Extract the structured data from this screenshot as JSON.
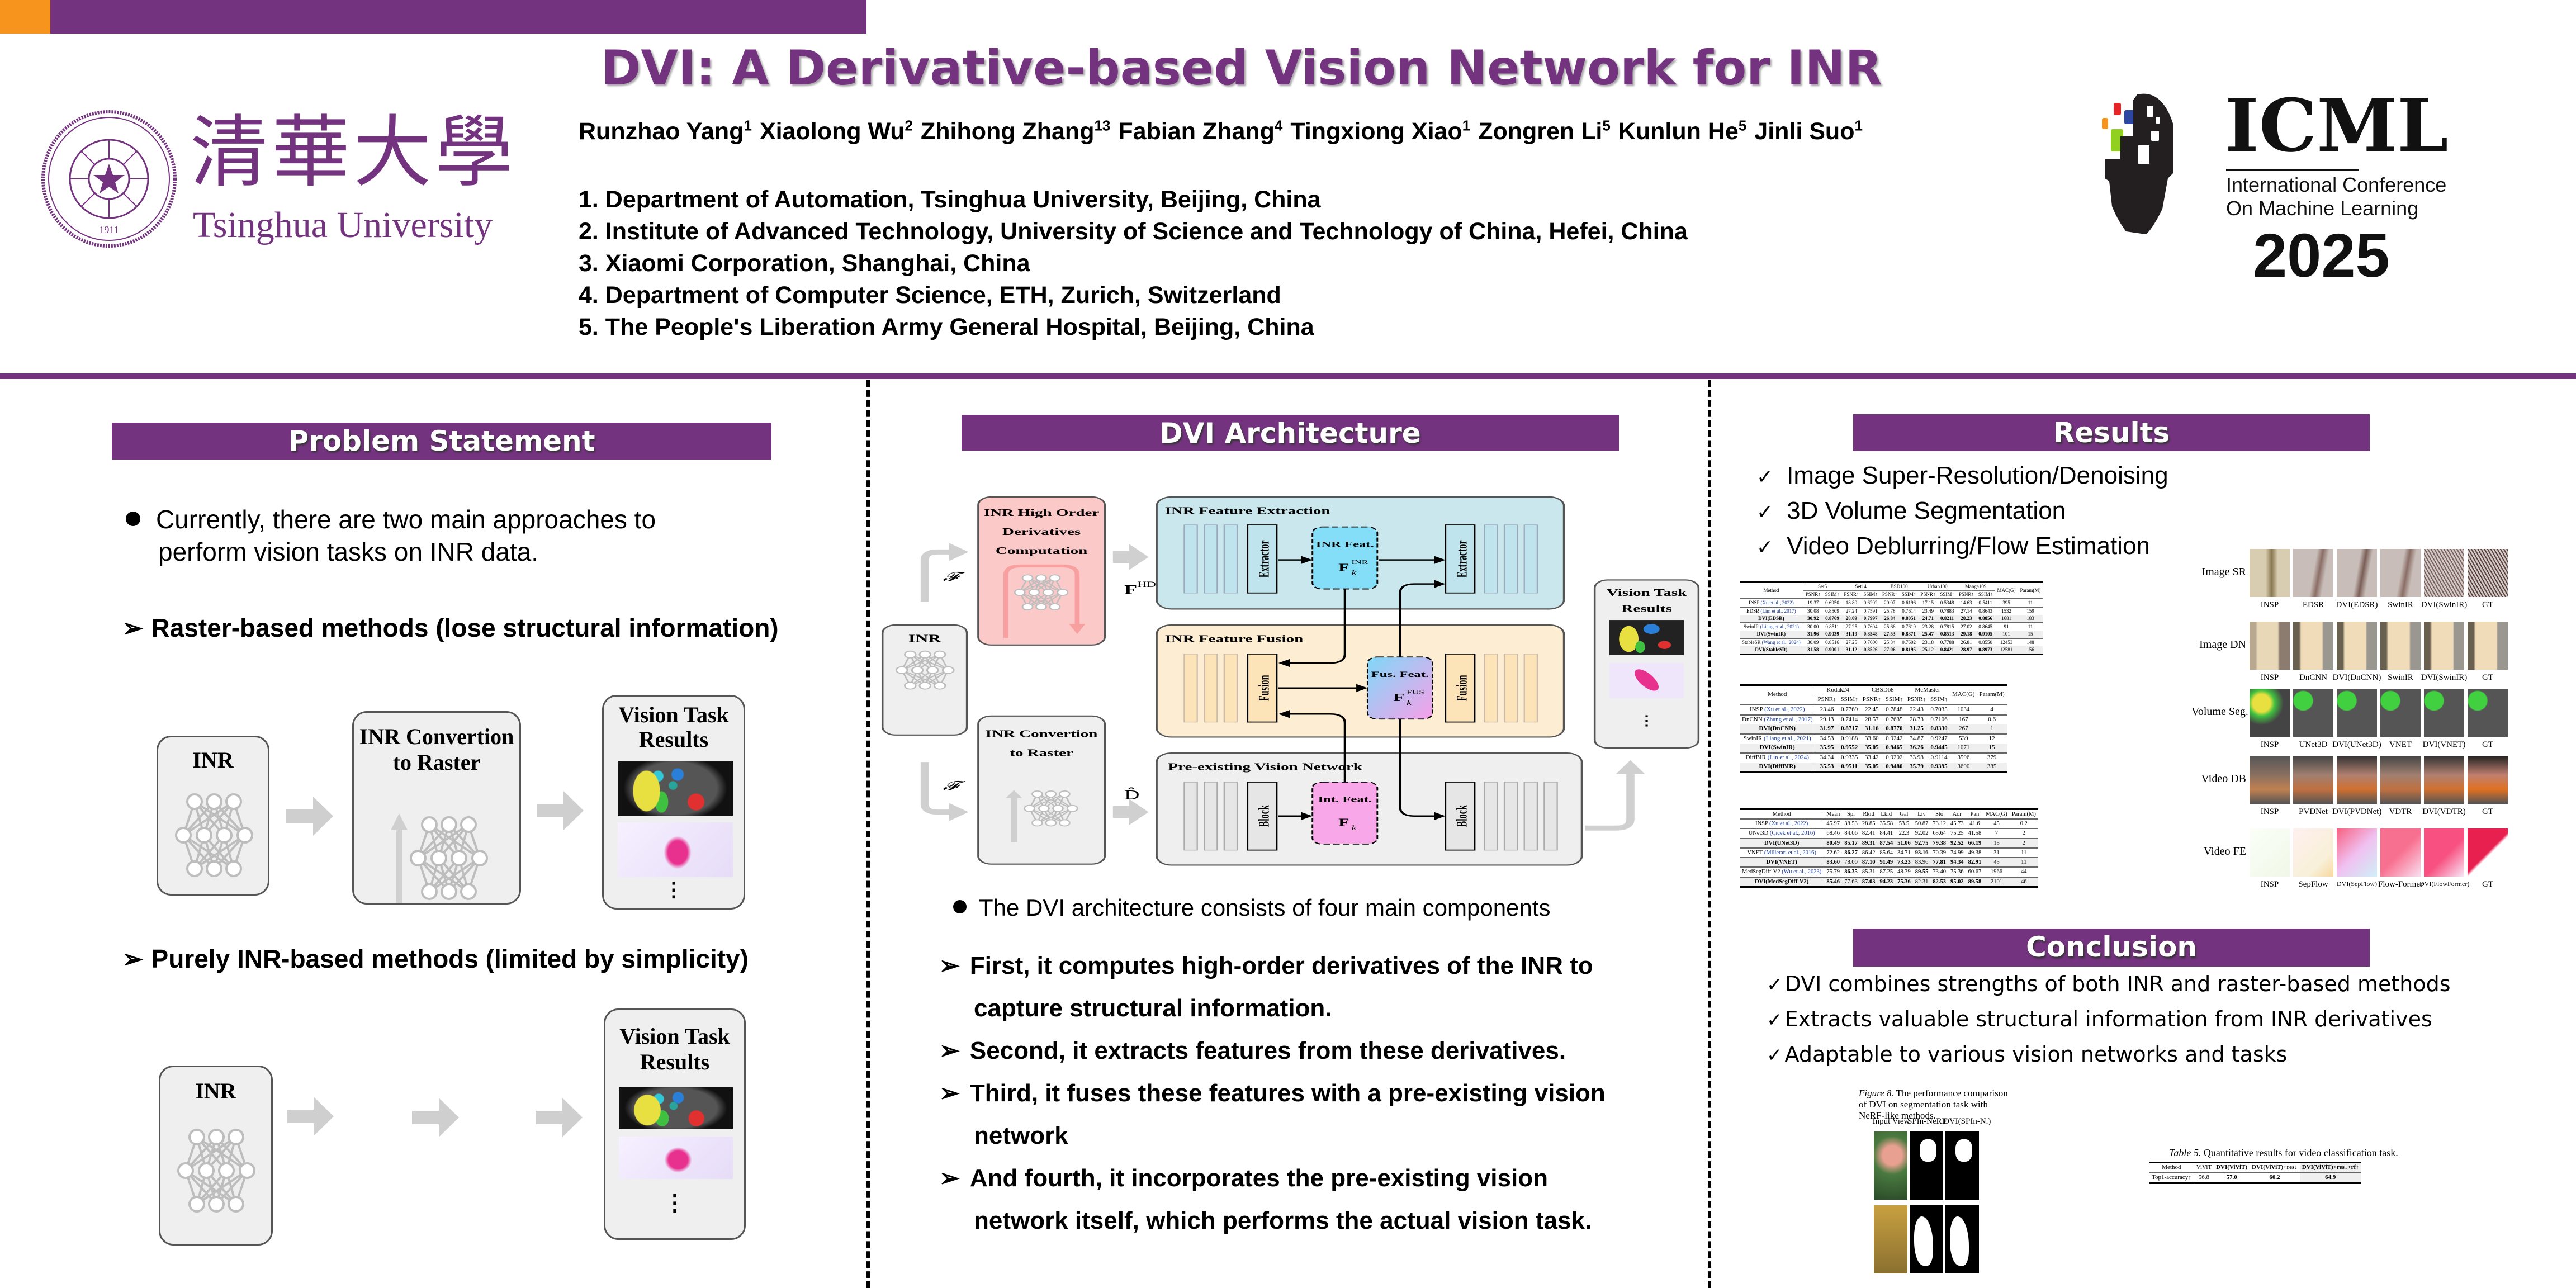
{
  "header": {
    "title": "DVI: A Derivative-based Vision Network for INR",
    "authors": [
      {
        "name": "Runzhao Yang",
        "sup": "1"
      },
      {
        "name": "Xiaolong Wu",
        "sup": "2"
      },
      {
        "name": "Zhihong Zhang",
        "sup": "13"
      },
      {
        "name": "Fabian Zhang",
        "sup": "4"
      },
      {
        "name": "Tingxiong Xiao",
        "sup": "1"
      },
      {
        "name": "Zongren Li",
        "sup": "5"
      },
      {
        "name": "Kunlun He",
        "sup": "5"
      },
      {
        "name": "Jinli Suo",
        "sup": "1"
      }
    ],
    "affiliations": [
      "1. Department of Automation, Tsinghua University, Beijing, China",
      "2. Institute of Advanced Technology, University of Science and Technology of China, Hefei, China",
      "3. Xiaomi Corporation, Shanghai, China",
      "4. Department of Computer Science, ETH, Zurich, Switzerland",
      "5. The People's Liberation Army General Hospital, Beijing, China"
    ],
    "logo_left": {
      "chinese": "清華大學",
      "english": "Tsinghua University",
      "seal_year": "1911",
      "seal_text": "TSINGHUA UNIVERSITY"
    },
    "logo_right": {
      "name": "ICML",
      "subtitle1": "International Conference",
      "subtitle2": "On Machine Learning",
      "year": "2025"
    }
  },
  "colors": {
    "accent": "#74337f",
    "orange": "#f7941d"
  },
  "problem": {
    "heading": "Problem Statement",
    "intro": "Currently, there are two main approaches to perform vision tasks on INR data.",
    "intro_line1": "Currently, there are two main approaches to",
    "intro_line2": "perform vision tasks on INR data.",
    "approach1": "Raster-based methods (lose structural information)",
    "approach2": "Purely INR-based methods (limited by simplicity)",
    "box_inr": "INR",
    "box_conv_l1": "INR Convertion",
    "box_conv_l2": "to Raster",
    "box_results_l1": "Vision Task",
    "box_results_l2": "Results",
    "ellipsis": "⋮"
  },
  "architecture": {
    "heading": "DVI Architecture",
    "inr": "INR",
    "hod_l1": "INR High Order",
    "hod_l2": "Derivatives",
    "hod_l3": "Computation",
    "conv_l1": "INR Convertion",
    "conv_l2": "to Raster",
    "f_symbol": "𝓕",
    "fhd": "F",
    "fhd_sup": "HD",
    "dhat": "D̂",
    "extraction": "INR Feature Extraction",
    "fusion": "INR Feature Fusion",
    "preexisting": "Pre-existing Vision Network",
    "extractor": "Extractor",
    "fusion_block": "Fusion",
    "block": "Block",
    "inr_feat": "INR Feat.",
    "inr_feat_sym": "F",
    "inr_feat_sup": "INR",
    "fus_feat": "Fus. Feat.",
    "fus_feat_sup": "FUS",
    "int_feat": "Int. Feat.",
    "sub_k": "k",
    "results_l1": "Vision Task",
    "results_l2": "Results",
    "ellipsis": "⋮",
    "summary": "The DVI architecture consists of four main components",
    "steps": [
      [
        "First, it computes high-order derivatives of the INR to",
        "capture structural information."
      ],
      [
        "Second, it extracts features from these derivatives."
      ],
      [
        "Third, it fuses these features with a pre-existing vision",
        "network"
      ],
      [
        "And fourth, it incorporates the pre-existing vision",
        "network itself, which performs the actual vision task."
      ]
    ]
  },
  "results": {
    "heading": "Results",
    "tasks": [
      "Image Super-Resolution/Denoising",
      "3D Volume Segmentation",
      "Video Deblurring/Flow Estimation"
    ],
    "table_sr": {
      "datasets": [
        "Set5",
        "Set14",
        "BSD100",
        "Urban100",
        "Manga109"
      ],
      "metric_cols": [
        "PSNR↑",
        "SSIM↑"
      ],
      "method_header": "Method",
      "extra_cols": [
        "MAC(G)",
        "Param(M)"
      ],
      "rows": [
        {
          "method": "INSP",
          "ref": "(Xu et al., 2022)",
          "bold": false,
          "values": [
            "19.37",
            "0.6950",
            "18.80",
            "0.6202",
            "20.07",
            "0.6196",
            "17.15",
            "0.5348",
            "14.63",
            "0.5411",
            "395",
            "11"
          ]
        },
        {
          "method": "EDSR",
          "ref": "(Lim et al., 2017)",
          "bold": false,
          "values": [
            "30.08",
            "0.8509",
            "27.24",
            "0.7591",
            "25.78",
            "0.7614",
            "23.49",
            "0.7883",
            "27.14",
            "0.8643",
            "1532",
            "159"
          ]
        },
        {
          "method": "DVI(EDSR)",
          "ref": "",
          "bold": true,
          "values": [
            "30.92",
            "0.8769",
            "28.09",
            "0.7997",
            "26.84",
            "0.8051",
            "24.71",
            "0.8211",
            "28.23",
            "0.8856",
            "1681",
            "183"
          ]
        },
        {
          "method": "SwinIR",
          "ref": "(Liang et al., 2021)",
          "bold": false,
          "values": [
            "30.00",
            "0.8511",
            "27.25",
            "0.7604",
            "25.66",
            "0.7619",
            "23.28",
            "0.7815",
            "27.02",
            "0.8645",
            "91",
            "11"
          ]
        },
        {
          "method": "DVI(SwinIR)",
          "ref": "",
          "bold": true,
          "values": [
            "31.96",
            "0.9039",
            "31.19",
            "0.8548",
            "27.53",
            "0.8371",
            "25.47",
            "0.8513",
            "29.18",
            "0.9105",
            "101",
            "15"
          ]
        },
        {
          "method": "StableSR",
          "ref": "(Wang et al., 2024)",
          "bold": false,
          "values": [
            "30.09",
            "0.8516",
            "27.25",
            "0.7600",
            "25.34",
            "0.7602",
            "23.18",
            "0.7788",
            "26.81",
            "0.8550",
            "12453",
            "148"
          ]
        },
        {
          "method": "DVI(StableSR)",
          "ref": "",
          "bold": true,
          "values": [
            "31.58",
            "0.9001",
            "31.12",
            "0.8526",
            "27.06",
            "0.8195",
            "25.12",
            "0.8421",
            "28.97",
            "0.8973",
            "12581",
            "156"
          ]
        }
      ]
    },
    "table_dn": {
      "datasets": [
        "Kodak24",
        "CBSD68",
        "McMaster"
      ],
      "metric_cols": [
        "PSNR↑",
        "SSIM↑"
      ],
      "method_header": "Method",
      "extra_cols": [
        "MAC(G)",
        "Param(M)"
      ],
      "rows": [
        {
          "method": "INSP",
          "ref": "(Xu et al., 2022)",
          "bold": false,
          "values": [
            "23.46",
            "0.7769",
            "22.45",
            "0.7848",
            "22.43",
            "0.7035",
            "1034",
            "4"
          ]
        },
        {
          "method": "DnCNN",
          "ref": "(Zhang et al., 2017)",
          "bold": false,
          "values": [
            "29.13",
            "0.7414",
            "28.57",
            "0.7635",
            "28.73",
            "0.7106",
            "167",
            "0.6"
          ]
        },
        {
          "method": "DVI(DnCNN)",
          "ref": "",
          "bold": true,
          "values": [
            "31.97",
            "0.8717",
            "31.16",
            "0.8770",
            "31.25",
            "0.8330",
            "267",
            "1"
          ]
        },
        {
          "method": "SwinIR",
          "ref": "(Liang et al., 2021)",
          "bold": false,
          "values": [
            "34.53",
            "0.9188",
            "33.60",
            "0.9242",
            "34.87",
            "0.9247",
            "539",
            "12"
          ]
        },
        {
          "method": "DVI(SwinIR)",
          "ref": "",
          "bold": true,
          "values": [
            "35.95",
            "0.9552",
            "35.05",
            "0.9465",
            "36.26",
            "0.9445",
            "1071",
            "15"
          ]
        },
        {
          "method": "DiffBIR",
          "ref": "(Lin et al., 2024)",
          "bold": false,
          "values": [
            "34.34",
            "0.9335",
            "33.42",
            "0.9202",
            "33.98",
            "0.9114",
            "3596",
            "379"
          ]
        },
        {
          "method": "DVI(DiffBIR)",
          "ref": "",
          "bold": true,
          "values": [
            "35.53",
            "0.9511",
            "35.05",
            "0.9480",
            "35.79",
            "0.9395",
            "3690",
            "385"
          ]
        }
      ]
    },
    "table_seg": {
      "headers": [
        "Method",
        "Mean",
        "Spl",
        "Rkid",
        "Lkid",
        "Gal",
        "Liv",
        "Sto",
        "Aor",
        "Pan",
        "MAC(G)",
        "Param(M)"
      ],
      "rows": [
        {
          "method": "INSP",
          "ref": "(Xu et al., 2022)",
          "bold": false,
          "values": [
            "45.97",
            "38.53",
            "28.85",
            "35.58",
            "53.5",
            "50.87",
            "73.12",
            "45.73",
            "41.6",
            "45",
            "0.2"
          ],
          "boldcells": []
        },
        {
          "method": "UNet3D",
          "ref": "(Çiçek et al., 2016)",
          "bold": false,
          "values": [
            "68.46",
            "84.06",
            "82.41",
            "84.41",
            "22.3",
            "92.02",
            "65.64",
            "75.25",
            "41.58",
            "7",
            "2"
          ],
          "boldcells": []
        },
        {
          "method": "DVI(UNet3D)",
          "ref": "",
          "bold": true,
          "values": [
            "80.49",
            "85.17",
            "89.31",
            "87.54",
            "51.06",
            "92.75",
            "79.38",
            "92.52",
            "66.19",
            "15",
            "2"
          ],
          "boldcells": [
            0,
            1,
            2,
            3,
            4,
            5,
            6,
            7,
            8
          ]
        },
        {
          "method": "VNET",
          "ref": "(Milletari et al., 2016)",
          "bold": false,
          "values": [
            "72.62",
            "86.27",
            "86.42",
            "85.64",
            "34.71",
            "93.16",
            "70.39",
            "74.99",
            "49.38",
            "31",
            "11"
          ],
          "boldcells": [
            1,
            5
          ]
        },
        {
          "method": "DVI(VNET)",
          "ref": "",
          "bold": true,
          "values": [
            "83.60",
            "78.00",
            "87.10",
            "91.49",
            "73.23",
            "83.96",
            "77.81",
            "94.34",
            "82.91",
            "43",
            "11"
          ],
          "boldcells": [
            0,
            2,
            3,
            4,
            6,
            7,
            8
          ]
        },
        {
          "method": "MedSegDiff-V2",
          "ref": "(Wu et al., 2023)",
          "bold": false,
          "values": [
            "75.79",
            "86.35",
            "85.31",
            "87.25",
            "48.39",
            "89.55",
            "73.40",
            "75.36",
            "60.67",
            "1966",
            "44"
          ],
          "boldcells": [
            1,
            5
          ]
        },
        {
          "method": "DVI(MedSegDiff-V2)",
          "ref": "",
          "bold": true,
          "values": [
            "85.46",
            "77.63",
            "87.03",
            "94.23",
            "75.36",
            "82.31",
            "82.53",
            "95.02",
            "89.58",
            "2101",
            "46"
          ],
          "boldcells": [
            0,
            2,
            3,
            4,
            6,
            7,
            8
          ]
        }
      ]
    },
    "visual_rows": [
      {
        "label": "Image SR",
        "captions": [
          "INSP",
          "EDSR",
          "DVI(EDSR)",
          "SwinIR",
          "DVI(SwinIR)",
          "GT"
        ]
      },
      {
        "label": "Image DN",
        "captions": [
          "INSP",
          "DnCNN",
          "DVI(DnCNN)",
          "SwinIR",
          "DVI(SwinIR)",
          "GT"
        ]
      },
      {
        "label": "Volume Seg.",
        "captions": [
          "INSP",
          "UNet3D",
          "DVI(UNet3D)",
          "VNET",
          "DVI(VNET)",
          "GT"
        ]
      },
      {
        "label": "Video DB",
        "captions": [
          "INSP",
          "PVDNet",
          "DVI(PVDNet)",
          "VDTR",
          "DVI(VDTR)",
          "GT"
        ]
      },
      {
        "label": "Video FE",
        "captions": [
          "INSP",
          "SepFlow",
          "DVI(SepFlow)",
          "Flow-Former",
          "DVI(FlowFormer)",
          "GT"
        ]
      }
    ]
  },
  "conclusion": {
    "heading": "Conclusion",
    "items": [
      "DVI combines strengths of both INR and raster-based methods",
      "Extracts valuable structural information from INR derivatives",
      "Adaptable to various vision networks and tasks"
    ],
    "figure8": {
      "caption_label": "Figure 8.",
      "caption_text": "The performance comparison of DVI on segmentation task with NeRF-like methods.",
      "columns": [
        "Input View",
        "SPIn-NeRF",
        "DVI(SPIn-N.)"
      ]
    },
    "table5": {
      "caption_label": "Table 5.",
      "caption_text": "Quantitative results for video classification task.",
      "headers": [
        "Method",
        "ViViT",
        "DVI(ViViT)",
        "DVI(ViViT)+res↓",
        "DVI(ViViT)+res↓+rf↑"
      ],
      "row_label": "Top1-accuracy↑",
      "values": [
        "56.8",
        "57.0",
        "60.2",
        "64.9"
      ]
    }
  }
}
